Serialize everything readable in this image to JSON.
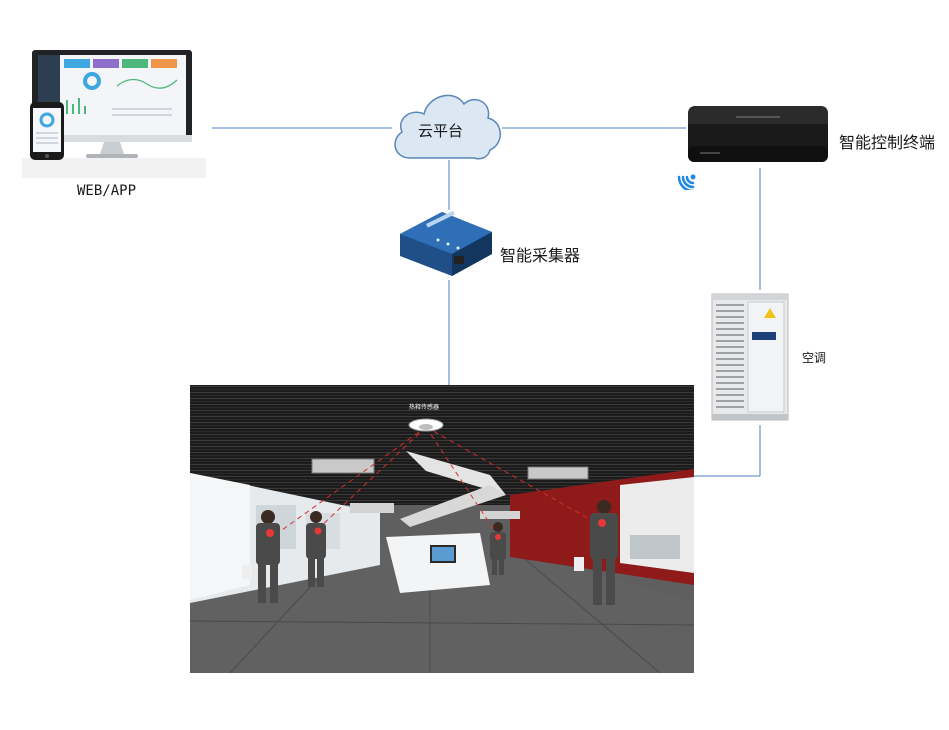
{
  "labels": {
    "web_app": "WEB/APP",
    "cloud": "云平台",
    "collector": "智能采集器",
    "terminal": "智能控制终端",
    "ac": "空调",
    "sensor": "热释传感器"
  },
  "colors": {
    "line": "#4a7fc0",
    "cloud_fill": "#dbe7f3",
    "cloud_stroke": "#5b86b8",
    "wifi": "#1e88e5",
    "wall_red": "#8e1a1a",
    "ceiling": "#1c1c1c"
  },
  "icons": {
    "devices": "monitor-phone-icon",
    "cloud": "cloud-icon",
    "collector": "collector-device-icon",
    "terminal": "control-box-icon",
    "wifi": "wifi-icon",
    "ac": "ac-unit-icon",
    "sensor": "motion-sensor-icon"
  }
}
